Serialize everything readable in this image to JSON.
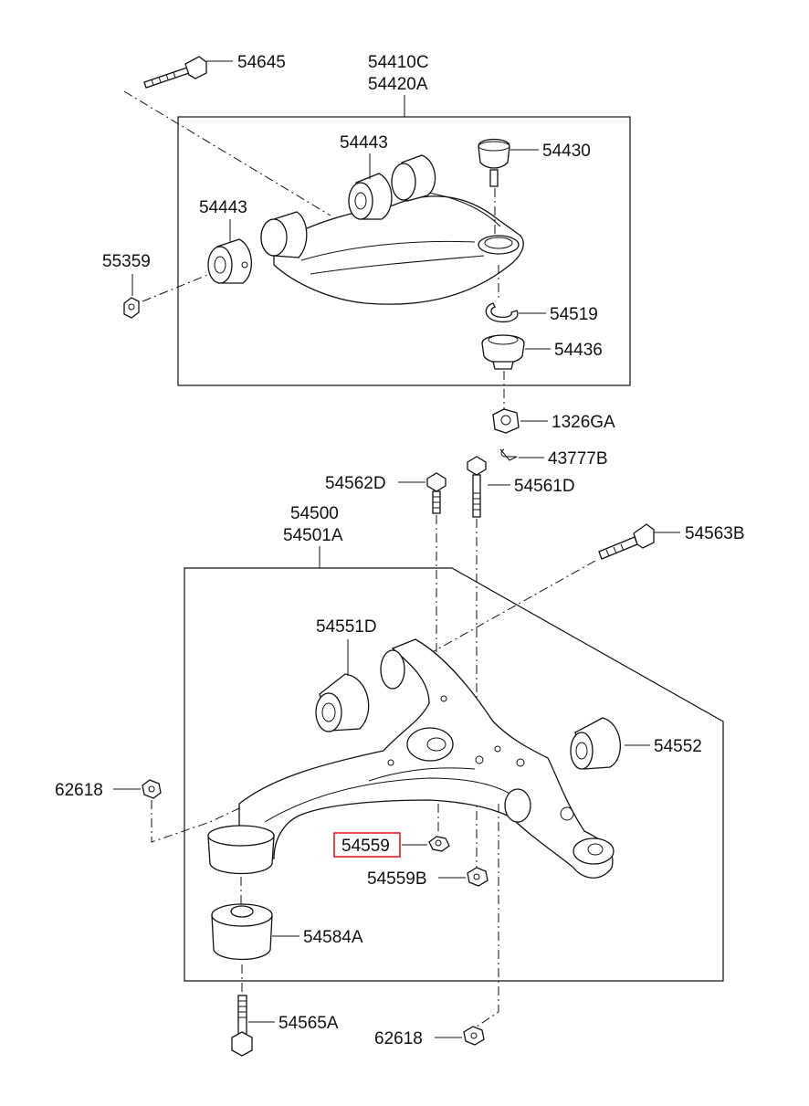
{
  "colors": {
    "highlight": "#e02020",
    "line": "#111111"
  },
  "labels": {
    "bolt_top": "54645",
    "arm_upper_1": "54410C",
    "arm_upper_2": "54420A",
    "bushing_upper_a": "54443",
    "bushing_upper_b": "54443",
    "ball_joint": "54430",
    "nut_upper_left": "55359",
    "snap_ring": "54519",
    "dust_cover": "54436",
    "nut_castle": "1326GA",
    "cotter_pin": "43777B",
    "bolt_62d": "54562D",
    "bolt_61d": "54561D",
    "arm_lower_1": "54500",
    "arm_lower_2": "54501A",
    "bolt_63b": "54563B",
    "bushing_51d": "54551D",
    "bushing_52": "54552",
    "nut_62618_left": "62618",
    "nut_54559": "54559",
    "nut_54559b": "54559B",
    "bushing_84a": "54584A",
    "bolt_65a": "54565A",
    "nut_62618_bottom": "62618"
  },
  "highlighted_part": "54559"
}
